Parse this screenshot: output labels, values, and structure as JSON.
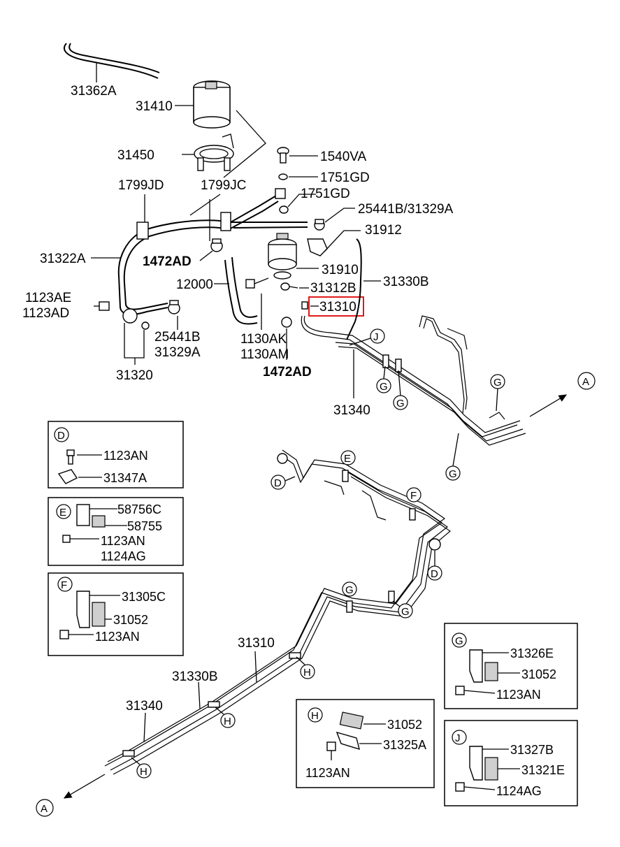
{
  "colors": {
    "highlight": "#e11a1a",
    "ink": "#000000",
    "background": "#ffffff"
  },
  "highlighted_part": "31310",
  "upper_labels": {
    "p31362A": "31362A",
    "p31410": "31410",
    "p31450": "31450",
    "p1799JD": "1799JD",
    "p1799JC": "1799JC",
    "p1540VA": "1540VA",
    "p1751GD_a": "1751GD",
    "p1751GD_b": "1751GD",
    "p25441B_31329A_top": "25441B/31329A",
    "p31912": "31912",
    "p31322A": "31322A",
    "p1472AD_a": "1472AD",
    "p31910": "31910",
    "p31330B_top": "31330B",
    "p12000": "12000",
    "p31312B": "31312B",
    "p31310_top": "31310",
    "p1123AE": "1123AE",
    "p1123AD": "1123AD",
    "p25441B": "25441B",
    "p31329A": "31329A",
    "p1130AK": "1130AK",
    "p1130AM": "1130AM",
    "p1472AD_b": "1472AD",
    "p31320": "31320",
    "p31340_top": "31340"
  },
  "lower_labels": {
    "p31310_low": "31310",
    "p31330B_low": "31330B",
    "p31340_low": "31340"
  },
  "callouts": {
    "A": "A",
    "J": "J",
    "G": "G",
    "E": "E",
    "D": "D",
    "F": "F",
    "H": "H"
  },
  "detail_boxes": {
    "D": {
      "letter": "D",
      "items": [
        "1123AN",
        "31347A"
      ]
    },
    "E": {
      "letter": "E",
      "items": [
        "58756C",
        "58755",
        "1123AN",
        "1124AG"
      ]
    },
    "F": {
      "letter": "F",
      "items": [
        "31305C",
        "31052",
        "1123AN"
      ]
    },
    "G": {
      "letter": "G",
      "items": [
        "31326E",
        "31052",
        "1123AN"
      ]
    },
    "H": {
      "letter": "H",
      "items": [
        "31052",
        "31325A",
        "1123AN"
      ]
    },
    "J": {
      "letter": "J",
      "items": [
        "31327B",
        "31321E",
        "1124AG"
      ]
    }
  }
}
